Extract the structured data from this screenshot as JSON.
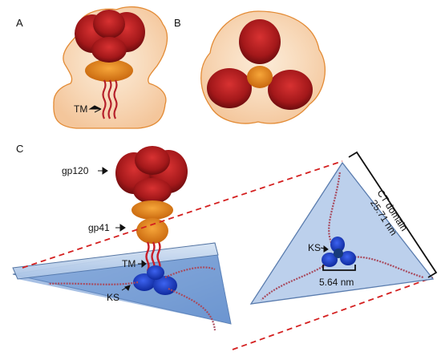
{
  "panels": {
    "a": "A",
    "b": "B",
    "c": "C"
  },
  "labels": {
    "tm_top": "TM",
    "gp120": "gp120",
    "gp41": "gp41",
    "tm_bottom": "TM",
    "ks_left": "KS",
    "ks_right": "KS",
    "ks_distance": "5.64 nm",
    "ct_domain": "CT domain",
    "ct_length": "25.71 nm"
  },
  "colors": {
    "gp120": "#b01c1c",
    "gp41": "#e0851a",
    "envelope": "#f5c48e",
    "membrane_plane": "#8fb3df",
    "ks": "#1a3fd0",
    "ct_tail": "#b05060",
    "dashed_line": "#d42020"
  }
}
